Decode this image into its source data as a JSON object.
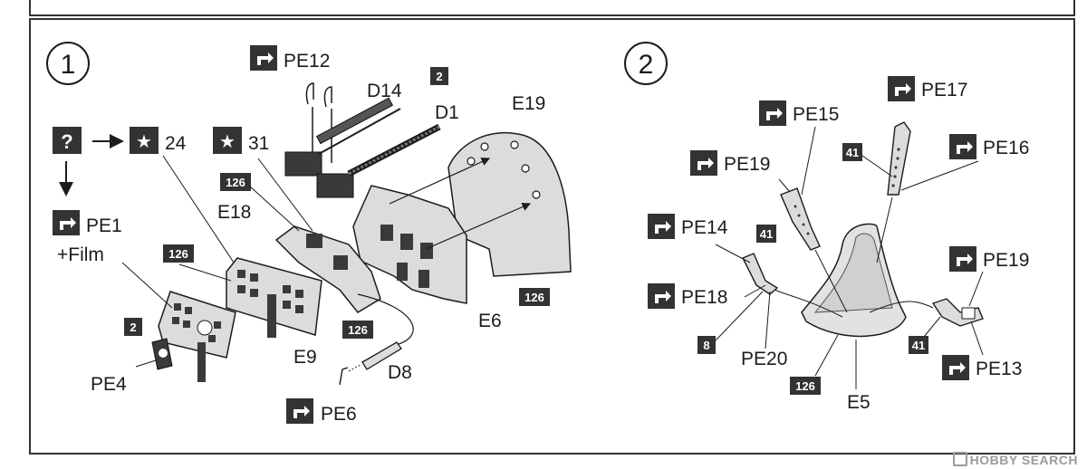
{
  "step1": {
    "number": "1",
    "labels": {
      "pe12": "PE12",
      "d14": "D14",
      "d1": "D1",
      "e19": "E19",
      "star24": "24",
      "star31": "31",
      "pe1": "PE1",
      "film": "+Film",
      "e18": "E18",
      "e6": "E6",
      "e9": "E9",
      "pe4": "PE4",
      "d8": "D8",
      "pe6": "PE6"
    },
    "paint_badges": {
      "b126_a": "126",
      "b126_b": "126",
      "b126_c": "126",
      "b126_d": "126",
      "b2_a": "2",
      "b2_b": "2"
    },
    "question_mark": "?"
  },
  "step2": {
    "number": "2",
    "labels": {
      "pe15": "PE15",
      "pe17": "PE17",
      "pe16": "PE16",
      "pe19_a": "PE19",
      "pe14": "PE14",
      "pe18": "PE18",
      "pe20": "PE20",
      "pe19_b": "PE19",
      "pe13": "PE13",
      "e5": "E5"
    },
    "paint_badges": {
      "b41_a": "41",
      "b41_b": "41",
      "b41_c": "41",
      "b8": "8",
      "b126": "126"
    }
  },
  "watermark": {
    "brand": "HOBBY",
    "suffix": "SEARCH"
  },
  "colors": {
    "badge_bg": "#222222",
    "line": "#1c1c1c",
    "part_fill": "#dcdcdc",
    "dark_fill": "#3a3a3a"
  }
}
